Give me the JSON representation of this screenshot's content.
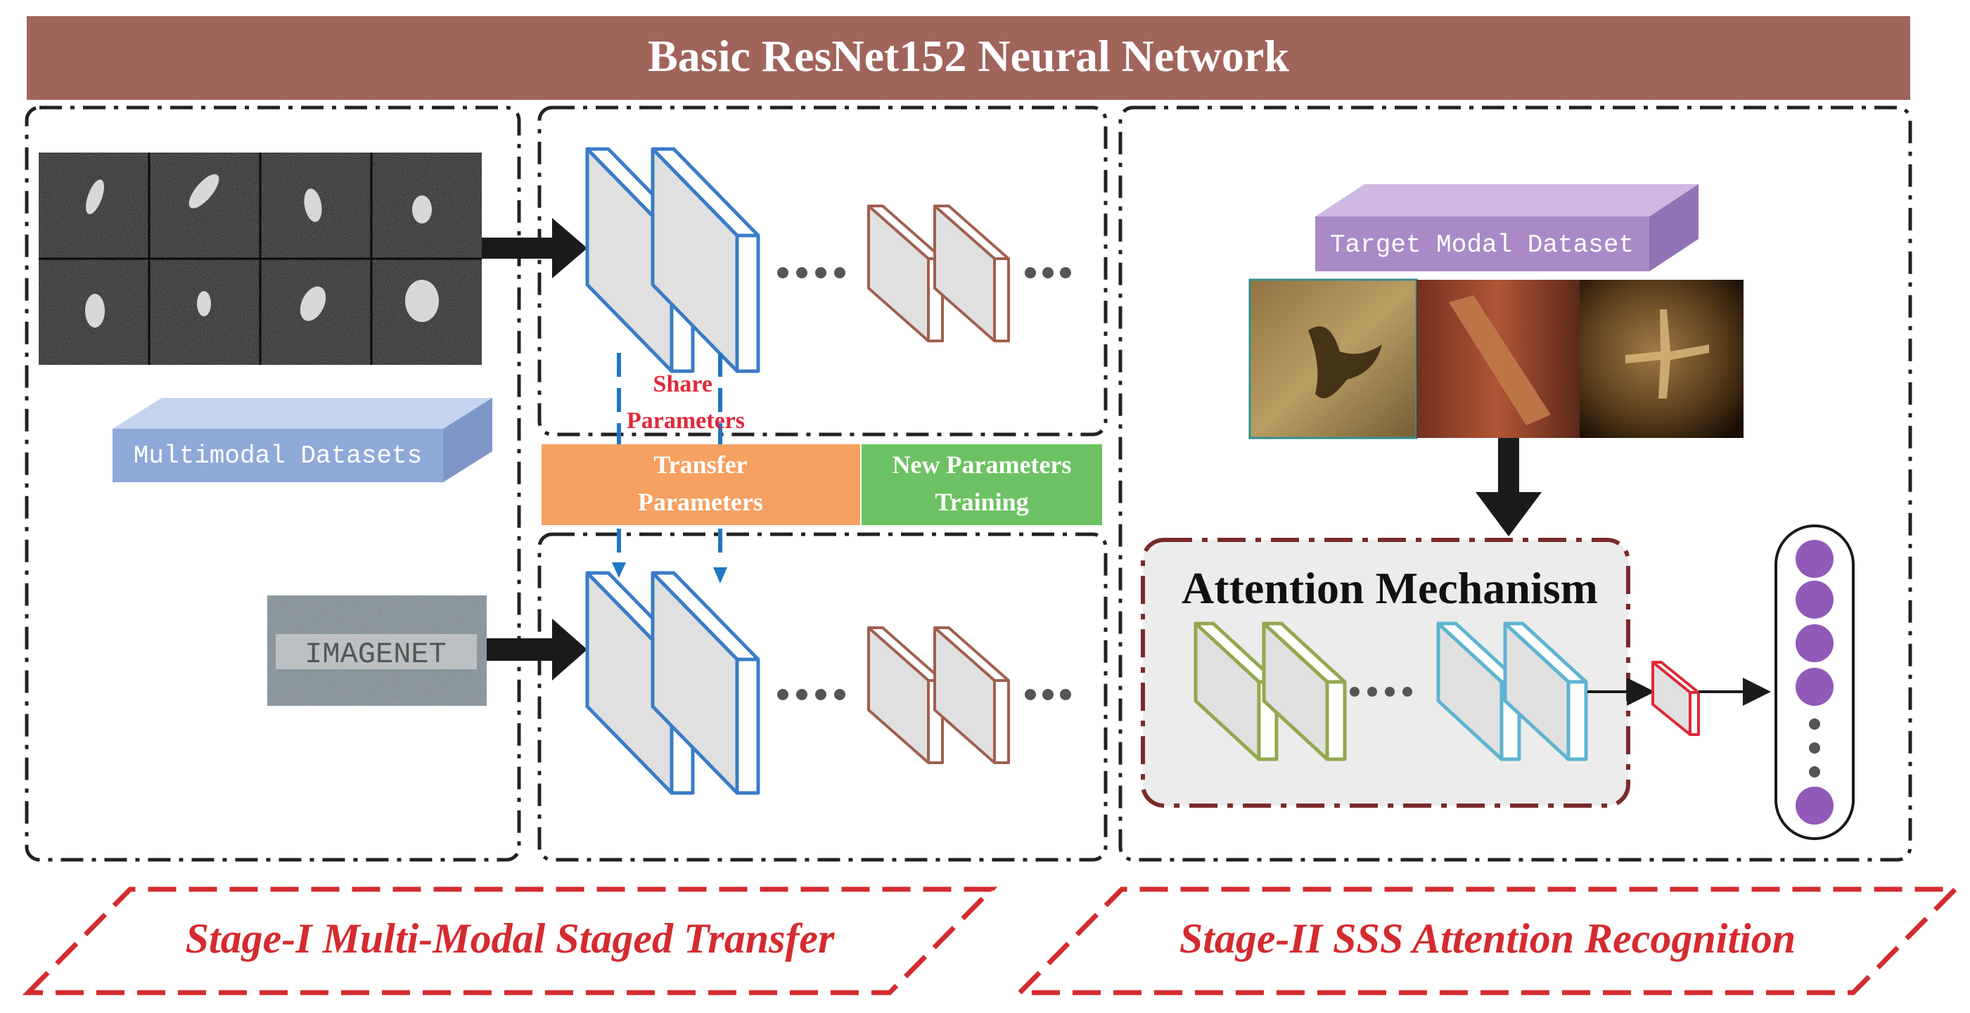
{
  "header": {
    "title": "Basic ResNet152 Neural Network"
  },
  "labels": {
    "multimodal": "Multimodal Datasets",
    "target": "Target Modal Dataset",
    "share": "Share Parameters",
    "transfer_line1": "Transfer",
    "transfer_line2": "Parameters",
    "new_line1": "New Parameters",
    "new_line2": "Training",
    "attention": "Attention Mechanism",
    "imagenet": "IMAGENET"
  },
  "stages": {
    "stage1": "Stage-I Multi-Modal Staged Transfer",
    "stage2": "Stage-II SSS Attention Recognition"
  },
  "colors": {
    "header_bg": "#a0645a",
    "blue_layer": "#3a7cc6",
    "brown_layer": "#a0604f",
    "green_layer": "#93a84e",
    "cyan_layer": "#5eb4d0",
    "red_layer": "#e0283a",
    "transfer_bg": "#f6a062",
    "new_bg": "#6cc262",
    "multimodal_box": "#8fa9d8",
    "target_box": "#a98ac6",
    "node": "#9159b8",
    "stage_red": "#d42b2f",
    "share_red": "#e0283a"
  }
}
